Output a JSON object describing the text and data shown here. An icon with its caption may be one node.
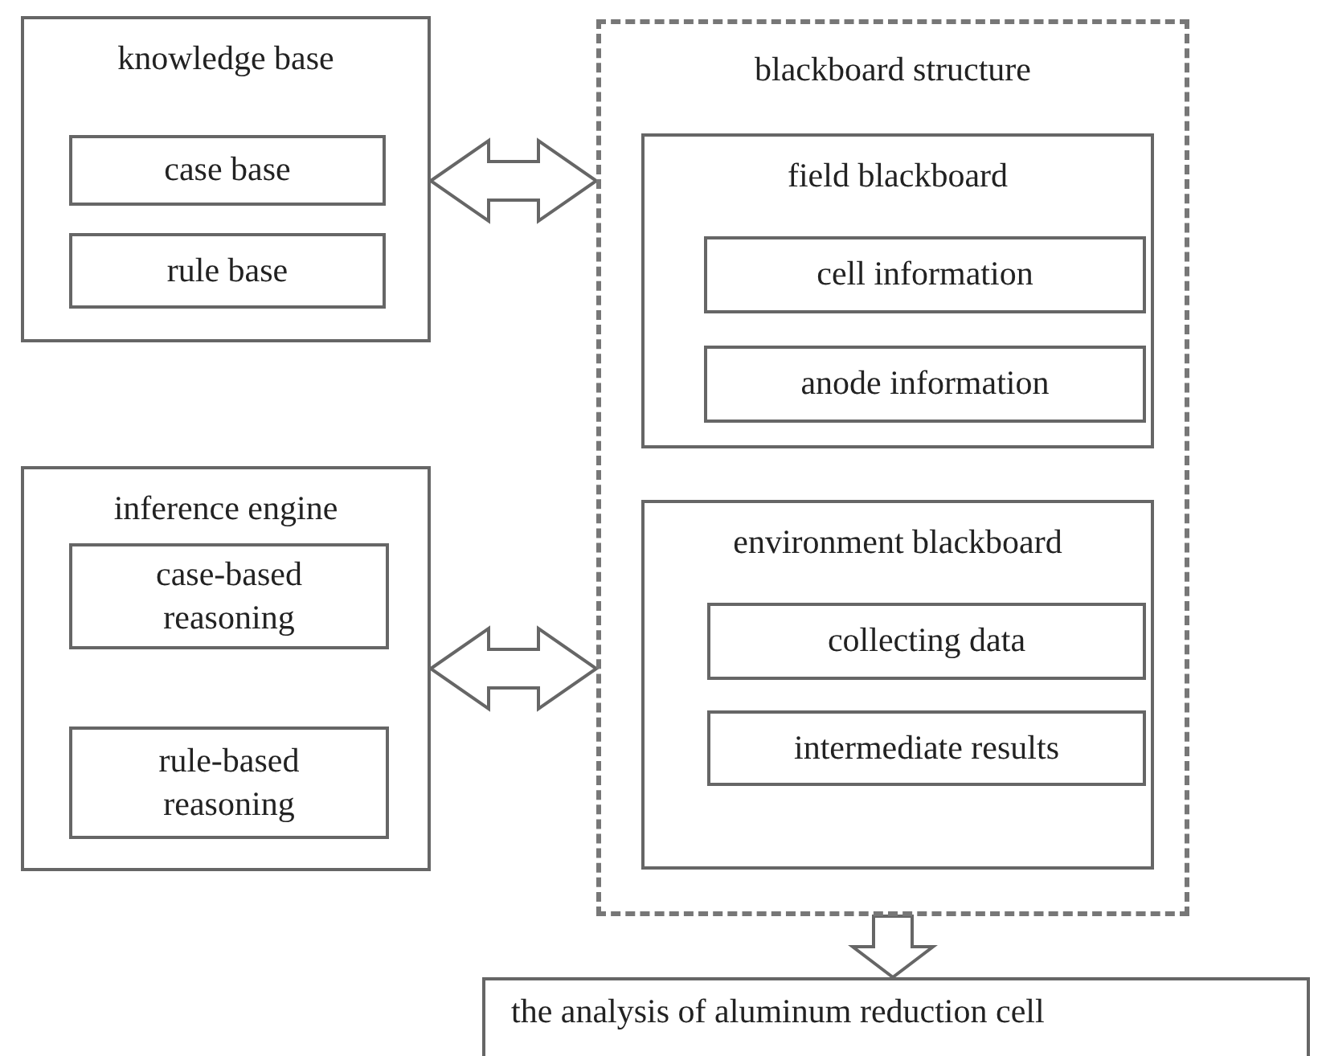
{
  "diagram": {
    "nodes": [
      {
        "text": [
          "knowledge base"
        ]
      },
      {
        "text": [
          "case base"
        ],
        "in": 0
      },
      {
        "text": [
          "rule base"
        ],
        "in": 0
      },
      {
        "text": [
          "blackboard structure"
        ]
      },
      {
        "text": [
          "field blackboard"
        ],
        "in": 3
      },
      {
        "text": [
          "cell information"
        ],
        "in": 4
      },
      {
        "text": [
          "anode information"
        ],
        "in": 4
      },
      {
        "text": [
          "environment blackboard"
        ],
        "in": 3
      },
      {
        "text": [
          "collecting data"
        ],
        "in": 7
      },
      {
        "text": [
          "intermediate results"
        ],
        "in": 7
      },
      {
        "text": [
          "inference engine"
        ]
      },
      {
        "text": [
          "case-based reasoning"
        ],
        "in": 10
      },
      {
        "text": [
          "rule-based reasoning"
        ],
        "in": 10
      },
      {
        "text": [
          "the analysis of aluminum reduction cell"
        ]
      }
    ],
    "edges": [
      {
        "from": 0,
        "to": 3,
        "arrow": "both"
      },
      {
        "from": 10,
        "to": 3,
        "arrow": "both"
      },
      {
        "from": 3,
        "to": 13,
        "arrow": "to"
      }
    ]
  }
}
